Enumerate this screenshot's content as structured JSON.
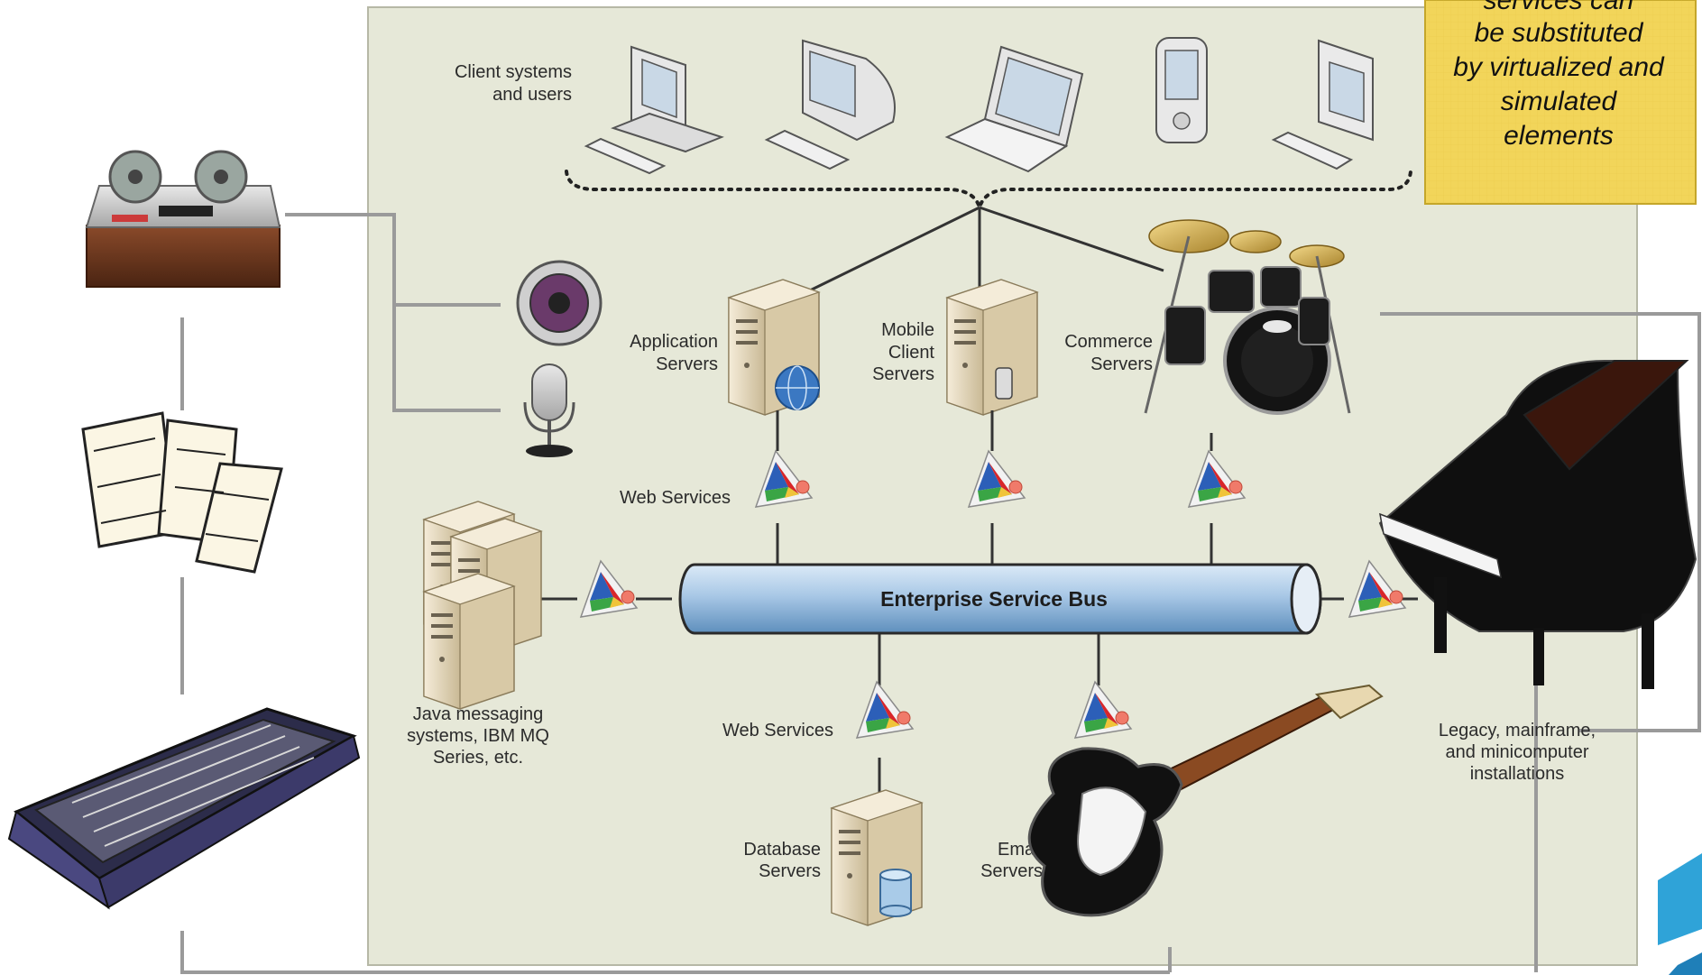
{
  "labels": {
    "client_systems": [
      "Client systems",
      "and users"
    ],
    "application_servers": [
      "Application",
      "Servers"
    ],
    "mobile_client_servers": [
      "Mobile",
      "Client",
      "Servers"
    ],
    "commerce_servers": [
      "Commerce",
      "Servers"
    ],
    "web_services_top": "Web Services",
    "web_services_bottom": "Web Services",
    "enterprise_service_bus": "Enterprise Service Bus",
    "java_messaging": [
      "Java messaging",
      "systems, IBM MQ",
      "Series, etc."
    ],
    "database_servers": [
      "Database",
      "Servers"
    ],
    "email_servers": [
      "Email",
      "Servers"
    ],
    "legacy_installations": [
      "Legacy, mainframe,",
      "and minicomputer",
      "installations"
    ]
  },
  "note": {
    "lines": [
      "services can",
      "be substituted",
      "by virtualized and",
      "simulated",
      "elements"
    ]
  },
  "colors": {
    "diagram_background": "#e6e8d8",
    "note_background": "#f2d55a",
    "connector": "#9a9a9a",
    "bus_fill": "#a9c8e6",
    "accent_blue": "#2fa3d8"
  },
  "icons": [
    "reel-to-reel-tape-recorder-icon",
    "sheet-music-icon",
    "mixing-console-icon",
    "speaker-icon",
    "microphone-icon",
    "drum-kit-icon",
    "grand-piano-icon",
    "electric-guitar-icon",
    "desktop-computer-icon",
    "imac-computer-icon",
    "laptop-icon",
    "pda-icon",
    "server-icon",
    "web-service-prism-icon",
    "database-cylinder-icon"
  ]
}
